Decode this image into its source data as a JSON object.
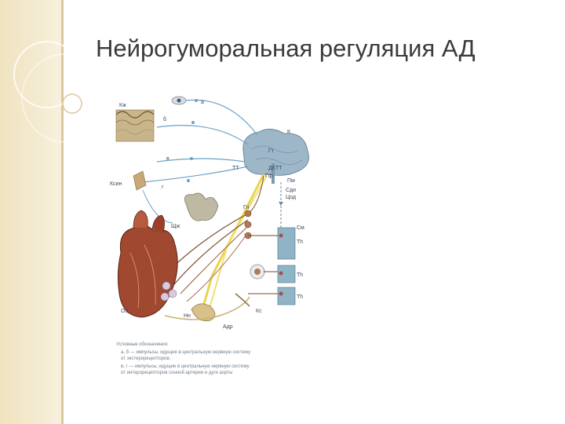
{
  "slide": {
    "title": "Нейрогуморальная регуляция АД"
  },
  "diagram": {
    "labels": {
      "kzh": "Кж",
      "a": "а",
      "b": "б",
      "v": "в",
      "g": "г",
      "k": "К",
      "gt": "Гт",
      "tt": "ТТ",
      "datt": "ДКТТ",
      "gf": "Гф",
      "pm": "Пм",
      "sdi": "Сди",
      "tsod": "Цод",
      "ksin": "Ксин",
      "gl": "Гл",
      "shchzh": "Щж",
      "sm": "См",
      "th1": "Th",
      "th2": "Th",
      "th3": "Th",
      "ots": "Оц",
      "nn": "Нн",
      "adr": "Адр",
      "ks": "Кс"
    },
    "caption": {
      "line1": "Условные обозначения:",
      "line2": "а, б — импульсы, идущие в центральную нервную систему",
      "line3": "от экстерорецепторов;",
      "line4": "в, г — импульсы, идущие в центральную нервную систему",
      "line5": "от интерорецепторов сонной артерии и дуги аорты"
    }
  }
}
